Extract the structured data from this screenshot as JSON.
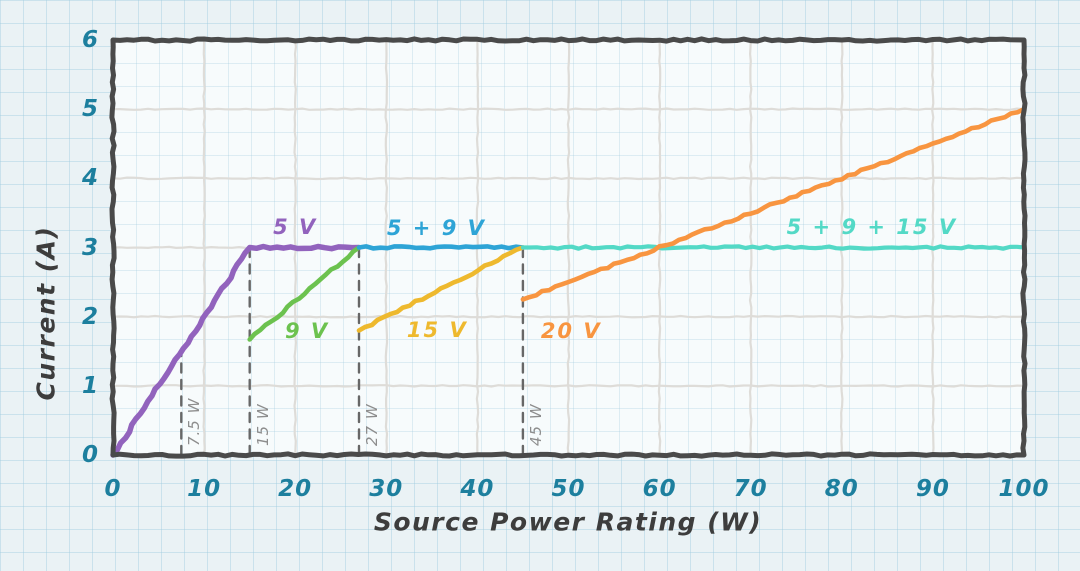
{
  "chart_data": {
    "type": "line",
    "title": "",
    "xlabel": "Source Power Rating (W)",
    "ylabel": "Current (A)",
    "xlim": [
      0,
      100
    ],
    "ylim": [
      0,
      6
    ],
    "x_ticks": [
      0,
      10,
      20,
      30,
      40,
      50,
      60,
      70,
      80,
      90,
      100
    ],
    "y_ticks": [
      0,
      1,
      2,
      3,
      4,
      5,
      6
    ],
    "grid": {
      "x_step": 10,
      "y_step": 1,
      "shown": true
    },
    "legend_position": "inline-labels",
    "series": [
      {
        "name": "5 V",
        "color": "#9263bd",
        "width": 5.5,
        "points": [
          [
            0,
            0
          ],
          [
            15,
            3
          ],
          [
            27,
            3
          ]
        ],
        "label_pos": [
          20.0,
          3.3
        ]
      },
      {
        "name": "9 V",
        "color": "#6cc24f",
        "width": 4.6,
        "points": [
          [
            15,
            1.67
          ],
          [
            27,
            3
          ]
        ],
        "label_pos": [
          21.3,
          1.8
        ]
      },
      {
        "name": "5 + 9 V",
        "color": "#2ea4d6",
        "width": 4.6,
        "points": [
          [
            27,
            3
          ],
          [
            45,
            3
          ]
        ],
        "label_pos": [
          35.5,
          3.28
        ]
      },
      {
        "name": "15 V",
        "color": "#eeb92e",
        "width": 4.6,
        "points": [
          [
            27,
            1.8
          ],
          [
            45,
            3
          ]
        ],
        "label_pos": [
          35.6,
          1.81
        ]
      },
      {
        "name": "5 + 9 + 15 V",
        "color": "#53d9c6",
        "width": 4.2,
        "points": [
          [
            45,
            3
          ],
          [
            100,
            3
          ]
        ],
        "label_pos": [
          83.3,
          3.3
        ]
      },
      {
        "name": "20 V",
        "color": "#f89540",
        "width": 4.6,
        "points": [
          [
            45,
            2.25
          ],
          [
            100,
            5
          ]
        ],
        "label_pos": [
          50.3,
          1.79
        ]
      }
    ],
    "thresholds": [
      {
        "label": "7.5 W",
        "x": 7.5,
        "y_top": 1.5
      },
      {
        "label": "15 W",
        "x": 15,
        "y_top": 3
      },
      {
        "label": "27 W",
        "x": 27,
        "y_top": 3
      },
      {
        "label": "45 W",
        "x": 45,
        "y_top": 3
      }
    ]
  },
  "style_colors": {
    "tick_label": "#1d7f9e",
    "axis_title": "#3d3d3d",
    "frame": "#4a4a4a",
    "major_grid": "#dedcd8",
    "threshold_line": "#676767",
    "threshold_label": "#8d8d8d",
    "background": "#eaf2f5",
    "plot_background": "#f7fbfc"
  }
}
